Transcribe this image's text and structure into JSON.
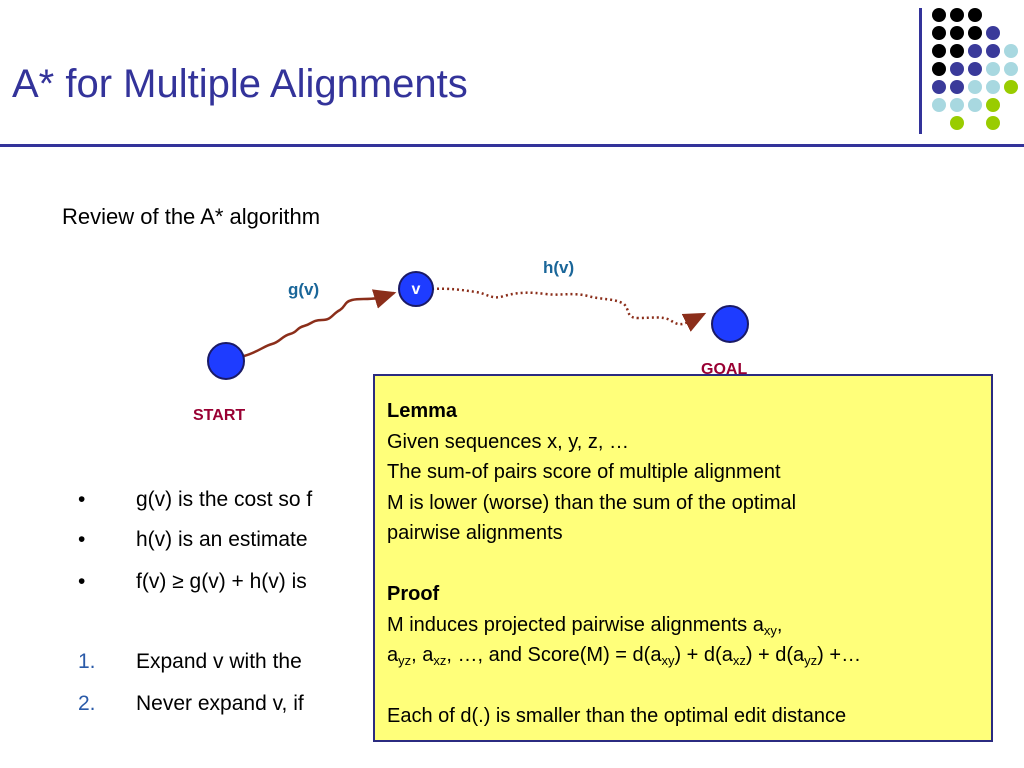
{
  "slide": {
    "title": "A* for Multiple Alignments",
    "subtitle": "Review of the A* algorithm"
  },
  "colors": {
    "title_blue": "#33339a",
    "dot_black": "#000000",
    "dot_purple": "#3a3a9a",
    "dot_lightblue": "#a8d8e0",
    "dot_green": "#99cc00",
    "node_fill": "#1e3cff",
    "label_red": "#990033",
    "path_brown": "#8b2e1a",
    "lemma_bg": "#ffff7a"
  },
  "diagram": {
    "g_label": "g(v)",
    "h_label": "h(v)",
    "v_label": "v",
    "start_label": "START",
    "goal_label": "GOAL"
  },
  "bullets": [
    "g(v) is the cost so f",
    "h(v) is an estimate",
    "f(v) ≥ g(v) + h(v) is"
  ],
  "numbered": [
    {
      "num": "1.",
      "text": "Expand v with the"
    },
    {
      "num": "2.",
      "text": "Never expand v, if"
    }
  ],
  "lemma": {
    "heading": "Lemma",
    "line1": "Given sequences x, y, z, …",
    "line2": "The sum-of pairs score of multiple alignment",
    "line3": "M is lower (worse) than the sum of the optimal",
    "line4": "pairwise alignments",
    "proof_heading": "Proof",
    "proof1_text": "M induces projected pairwise alignments a",
    "proof1_sub": "xy",
    "proof1_end": ",",
    "p2_a": "a",
    "p2_sub1": "yz",
    "p2_b": ", a",
    "p2_sub2": "xz",
    "p2_c": ", …, and Score(M) = d(a",
    "p2_sub3": "xy",
    "p2_d": ") + d(a",
    "p2_sub4": "xz",
    "p2_e": ") + d(a",
    "p2_sub5": "yz",
    "p2_f": ") +…",
    "last": "Each of d(.) is smaller than the optimal edit distance"
  }
}
